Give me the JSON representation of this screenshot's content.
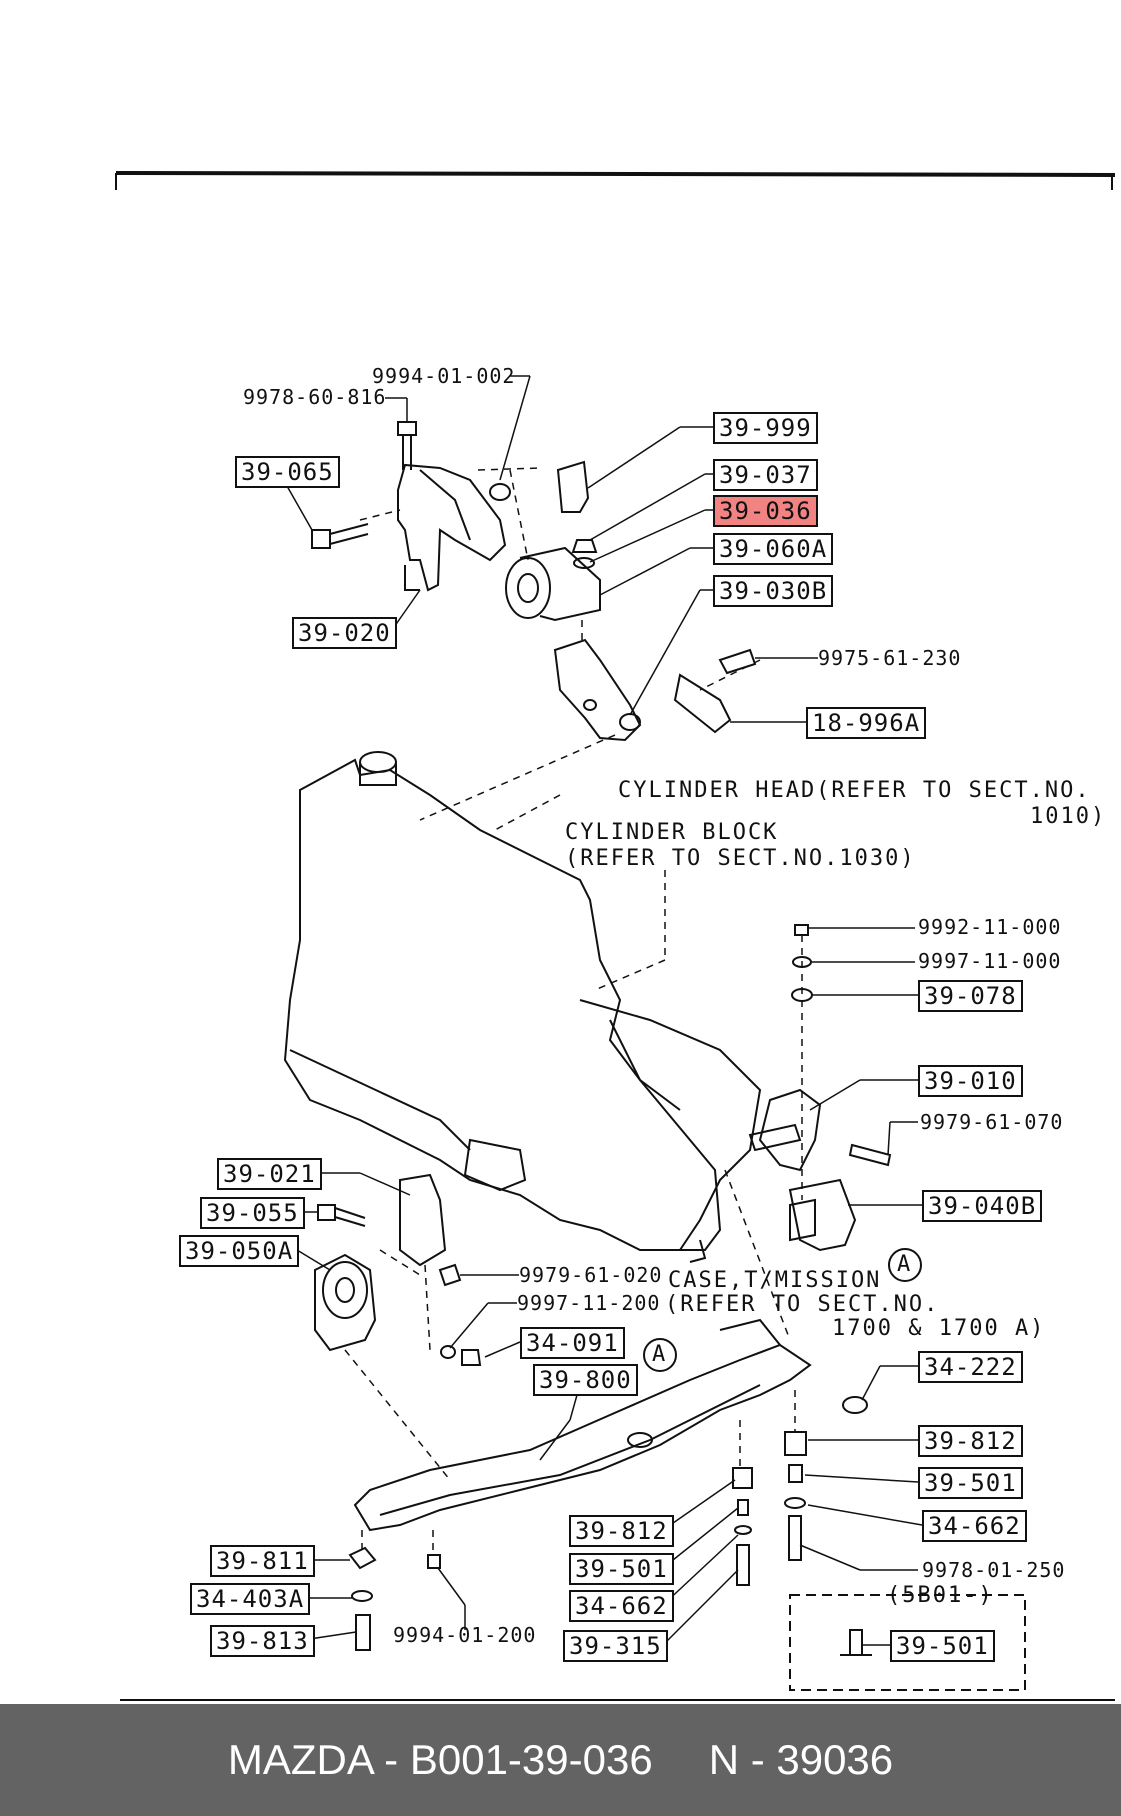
{
  "callouts": {
    "p39_999": "39-999",
    "p39_037": "39-037",
    "p39_036": "39-036",
    "p39_060A": "39-060A",
    "p39_030B": "39-030B",
    "p39_065": "39-065",
    "p39_020": "39-020",
    "p18_996A": "18-996A",
    "p39_078": "39-078",
    "p39_010": "39-010",
    "p39_040B": "39-040B",
    "p39_021": "39-021",
    "p39_055": "39-055",
    "p39_050A": "39-050A",
    "p34_091": "34-091",
    "p39_800": "39-800",
    "p34_222": "34-222",
    "p39_812_r": "39-812",
    "p39_501_r": "39-501",
    "p34_662_r": "34-662",
    "p39_812_m": "39-812",
    "p39_501_m": "39-501",
    "p34_662_m": "34-662",
    "p39_315": "39-315",
    "p39_811": "39-811",
    "p34_403A": "34-403A",
    "p39_813": "39-813",
    "p39_501_box": "39-501"
  },
  "fasteners": {
    "f9994_01_002": "9994-01-002",
    "f9978_60_816": "9978-60-816",
    "f9975_61_230": "9975-61-230",
    "f9992_11_000": "9992-11-000",
    "f9997_11_000": "9997-11-000",
    "f9979_61_070": "9979-61-070",
    "f9979_61_020": "9979-61-020",
    "f9997_11_200": "9997-11-200",
    "f9978_01_250": "9978-01-250",
    "f9994_01_200": "9994-01-200"
  },
  "notes": {
    "cyl_head_1": "CYLINDER HEAD(REFER TO SECT.NO.",
    "cyl_head_2": "1010)",
    "cyl_block_1": "CYLINDER BLOCK",
    "cyl_block_2": "(REFER TO SECT.NO.1030)",
    "case_1": "CASE,T/MISSION",
    "case_2": "(REFER TO SECT.NO.",
    "case_3": "1700 & 1700 A)",
    "ref_a": "A",
    "ref_a2": "A",
    "sbo1": "(5B01-)"
  },
  "footer": {
    "part_text": "MAZDA - B001-39-036",
    "number_text": "N - 39036"
  },
  "colors": {
    "highlight": "#ec5a5a",
    "footer_bg": "#636363",
    "line": "#111111"
  }
}
